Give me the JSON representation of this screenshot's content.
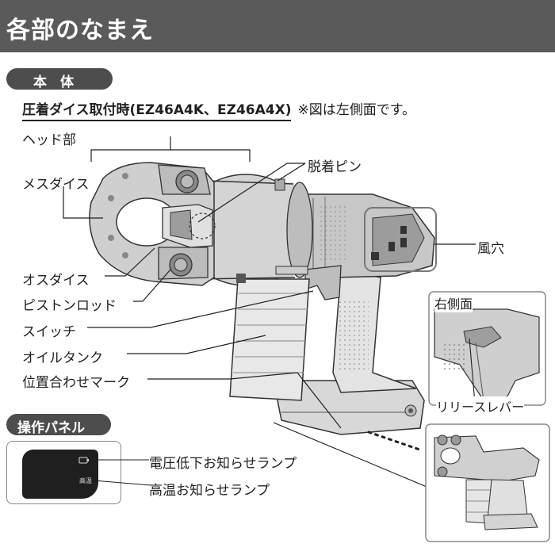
{
  "header": {
    "title": "各部のなまえ"
  },
  "section_main": {
    "label": "本　体"
  },
  "subtitle": {
    "main": "圧着ダイス取付時(EZ46A4K、EZ46A4X)",
    "note": "※図は左側面です。"
  },
  "labels": {
    "head": "ヘッド部",
    "female_die": "メスダイス",
    "pin": "脱着ピン",
    "vent": "風穴",
    "male_die": "オスダイス",
    "piston_rod": "ピストンロッド",
    "switch": "スイッチ",
    "oil_tank": "オイルタンク",
    "alignment_mark": "位置合わせマーク"
  },
  "inset": {
    "title": "右側面",
    "release_lever": "リリースレバー"
  },
  "section_panel": {
    "label": "操作パネル"
  },
  "panel": {
    "low_voltage_lamp": "電圧低下お知らせランプ",
    "high_temp_lamp": "高温お知らせランプ",
    "high_temp_icon_text": "高温"
  },
  "colors": {
    "title_bg": "#5a5a5a",
    "pill_bg": "#4d4d4d",
    "panel_face": "#1f1f1f",
    "inset_frame": "#888888"
  }
}
